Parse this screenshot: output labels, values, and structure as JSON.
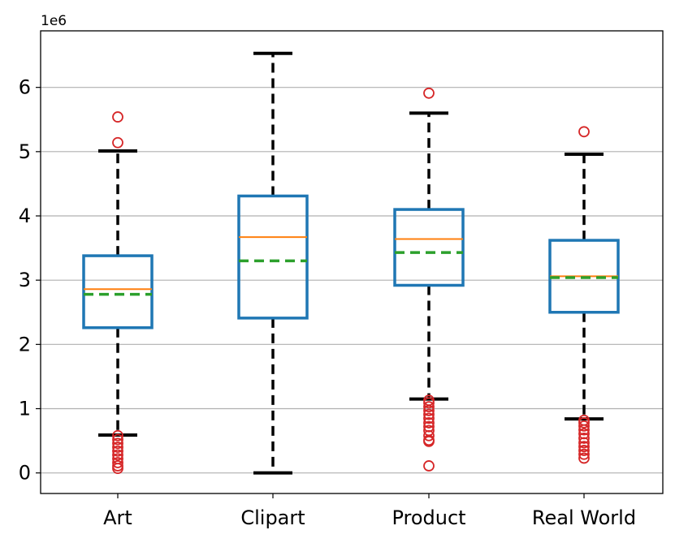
{
  "chart_data": {
    "type": "box",
    "offset_text": "1e6",
    "categories": [
      "Art",
      "Clipart",
      "Product",
      "Real World"
    ],
    "ylim": [
      -0.32,
      6.88
    ],
    "yticks": [
      0,
      1,
      2,
      3,
      4,
      5,
      6
    ],
    "grid": "horizontal",
    "boxes": [
      {
        "name": "Art",
        "whisker_low": 0.59,
        "q1": 2.26,
        "median": 2.86,
        "mean": 2.78,
        "q3": 3.38,
        "whisker_high": 5.01,
        "outliers": [
          5.54,
          5.14,
          0.58,
          0.52,
          0.46,
          0.4,
          0.34,
          0.28,
          0.22,
          0.16,
          0.11,
          0.07
        ]
      },
      {
        "name": "Clipart",
        "whisker_low": 0.0,
        "q1": 2.41,
        "median": 3.67,
        "mean": 3.3,
        "q3": 4.31,
        "whisker_high": 6.53,
        "outliers": []
      },
      {
        "name": "Product",
        "whisker_low": 1.15,
        "q1": 2.92,
        "median": 3.64,
        "mean": 3.43,
        "q3": 4.1,
        "whisker_high": 5.6,
        "outliers": [
          5.91,
          1.13,
          1.09,
          1.03,
          0.97,
          0.91,
          0.85,
          0.78,
          0.72,
          0.66,
          0.58,
          0.51,
          0.49,
          0.11
        ]
      },
      {
        "name": "Real World",
        "whisker_low": 0.84,
        "q1": 2.5,
        "median": 3.06,
        "mean": 3.04,
        "q3": 3.62,
        "whisker_high": 4.96,
        "outliers": [
          5.31,
          0.82,
          0.78,
          0.73,
          0.67,
          0.61,
          0.54,
          0.47,
          0.41,
          0.35,
          0.29,
          0.23
        ]
      }
    ],
    "colors": {
      "box": "#1f77b4",
      "median": "#ff7f0e",
      "mean": "#2ca02c",
      "whisker": "#000000",
      "outlier": "#d62728",
      "grid": "#b0b0b0"
    }
  }
}
